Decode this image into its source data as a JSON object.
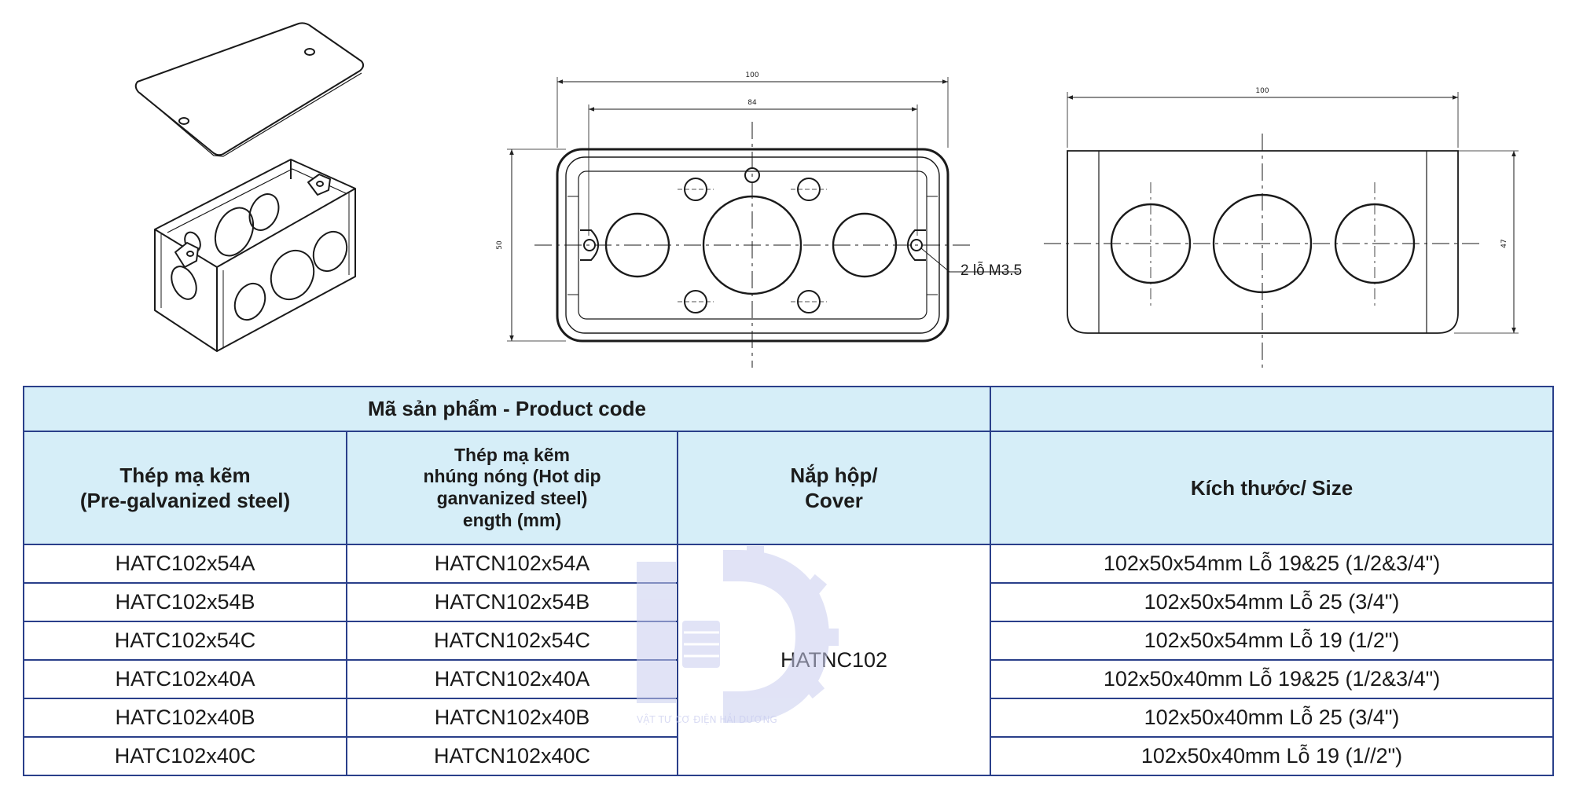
{
  "table": {
    "group_header": "Mã sản phẩm - Product code",
    "columns": [
      "Thép mạ kẽm\n(Pre-galvanized steel)",
      "Thép mạ kẽm\nnhúng nóng (Hot dip\nganvanized steel)\nength (mm)",
      "Nắp hộp/\nCover",
      "Kích thước/ Size"
    ],
    "cover_code": "HATNC102",
    "rows": [
      {
        "pre": "HATC102x54A",
        "hot": "HATCN102x54A",
        "size": "102x50x54mm Lỗ 19&25 (1/2&3/4\")"
      },
      {
        "pre": "HATC102x54B",
        "hot": "HATCN102x54B",
        "size": "102x50x54mm Lỗ 25 (3/4\")"
      },
      {
        "pre": "HATC102x54C",
        "hot": "HATCN102x54C",
        "size": "102x50x54mm Lỗ 19 (1/2\")"
      },
      {
        "pre": "HATC102x40A",
        "hot": "HATCN102x40A",
        "size": "102x50x40mm Lỗ 19&25 (1/2&3/4\")"
      },
      {
        "pre": "HATC102x40B",
        "hot": "HATCN102x40B",
        "size": "102x50x40mm Lỗ 25 (3/4\")"
      },
      {
        "pre": "HATC102x40C",
        "hot": "HATCN102x40C",
        "size": "102x50x40mm Lỗ 19 (1//2\")"
      }
    ]
  },
  "drawing": {
    "front_width": "100",
    "front_inner_width": "84",
    "front_height": "50",
    "hole_note": "2 lỗ M3.5",
    "side_width": "100",
    "side_height": "47"
  },
  "watermark": {
    "text": "VẬT TƯ CƠ ĐIỆN HẢI DƯƠNG",
    "color": "#c9cdef"
  },
  "colors": {
    "header_bg": "#d6eef8",
    "border": "#2a3f8a"
  }
}
